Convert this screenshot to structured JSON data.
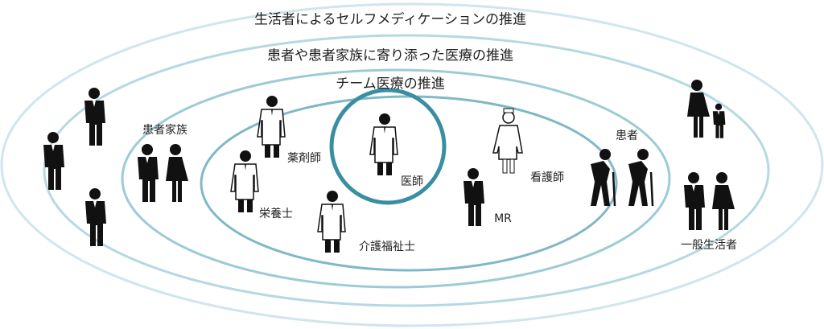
{
  "titles": {
    "outer": "生活者によるセルフメディケーションの推進",
    "middle": "患者や患者家族に寄り添った医療の推進",
    "inner": "チーム医療の推進"
  },
  "labels": {
    "family": "患者家族",
    "pharmacist": "薬剤師",
    "nutritionist": "栄養士",
    "care_worker": "介護福祉士",
    "doctor": "医師",
    "mr": "MR",
    "nurse": "看護師",
    "patient": "患者",
    "general": "一般生活者"
  },
  "colors": {
    "ring_outer": "#cfe6ec",
    "ring_2": "#b5d9e2",
    "ring_3": "#9ccbd6",
    "ring_4": "#7fb8c6",
    "ring_center": "#3a8ea2",
    "figure": "#111111"
  }
}
